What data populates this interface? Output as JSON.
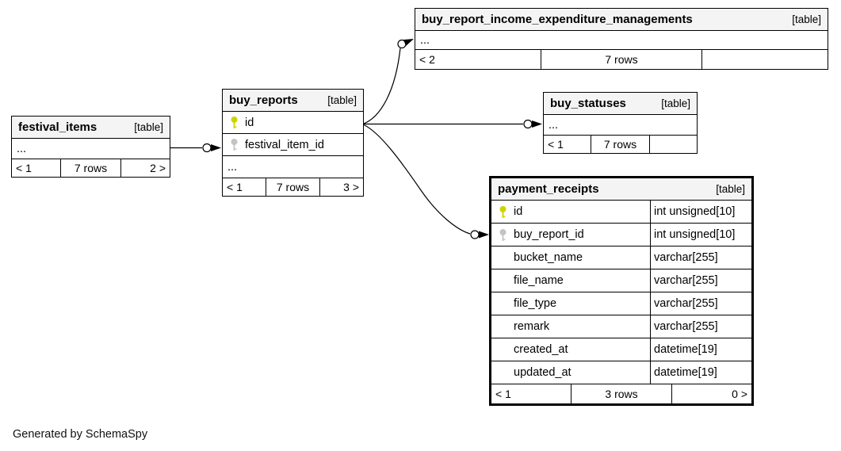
{
  "footer_note": "Generated by SchemaSpy",
  "colors": {
    "primary_key": "#cfd300",
    "foreign_key": "#c4c4c4",
    "header_bg": "#f4f4f4",
    "border": "#000000"
  },
  "tables": {
    "festival_items": {
      "name": "festival_items",
      "tag": "[table]",
      "ellipsis": "...",
      "footer": {
        "left": "< 1",
        "center": "7 rows",
        "right": "2 >"
      }
    },
    "buy_reports": {
      "name": "buy_reports",
      "tag": "[table]",
      "columns": [
        {
          "name": "id",
          "key": "primary"
        },
        {
          "name": "festival_item_id",
          "key": "foreign"
        }
      ],
      "ellipsis": "...",
      "footer": {
        "left": "< 1",
        "center": "7 rows",
        "right": "3 >"
      }
    },
    "buy_report_income_expenditure_managements": {
      "name": "buy_report_income_expenditure_managements",
      "tag": "[table]",
      "ellipsis": "...",
      "footer": {
        "left": "< 2",
        "center": "7 rows",
        "right": ""
      }
    },
    "buy_statuses": {
      "name": "buy_statuses",
      "tag": "[table]",
      "ellipsis": "...",
      "footer": {
        "left": "< 1",
        "center": "7 rows",
        "right": ""
      }
    },
    "payment_receipts": {
      "name": "payment_receipts",
      "tag": "[table]",
      "columns": [
        {
          "name": "id",
          "type": "int unsigned[10]",
          "key": "primary"
        },
        {
          "name": "buy_report_id",
          "type": "int unsigned[10]",
          "key": "foreign"
        },
        {
          "name": "bucket_name",
          "type": "varchar[255]"
        },
        {
          "name": "file_name",
          "type": "varchar[255]"
        },
        {
          "name": "file_type",
          "type": "varchar[255]"
        },
        {
          "name": "remark",
          "type": "varchar[255]"
        },
        {
          "name": "created_at",
          "type": "datetime[19]"
        },
        {
          "name": "updated_at",
          "type": "datetime[19]"
        }
      ],
      "footer": {
        "left": "< 1",
        "center": "3 rows",
        "right": "0 >"
      }
    }
  },
  "relationships": [
    {
      "from": "festival_items",
      "to": "buy_reports.festival_item_id"
    },
    {
      "from": "buy_reports.id",
      "to": "buy_report_income_expenditure_managements"
    },
    {
      "from": "buy_reports.id",
      "to": "buy_statuses"
    },
    {
      "from": "buy_reports.id",
      "to": "payment_receipts.buy_report_id"
    }
  ]
}
